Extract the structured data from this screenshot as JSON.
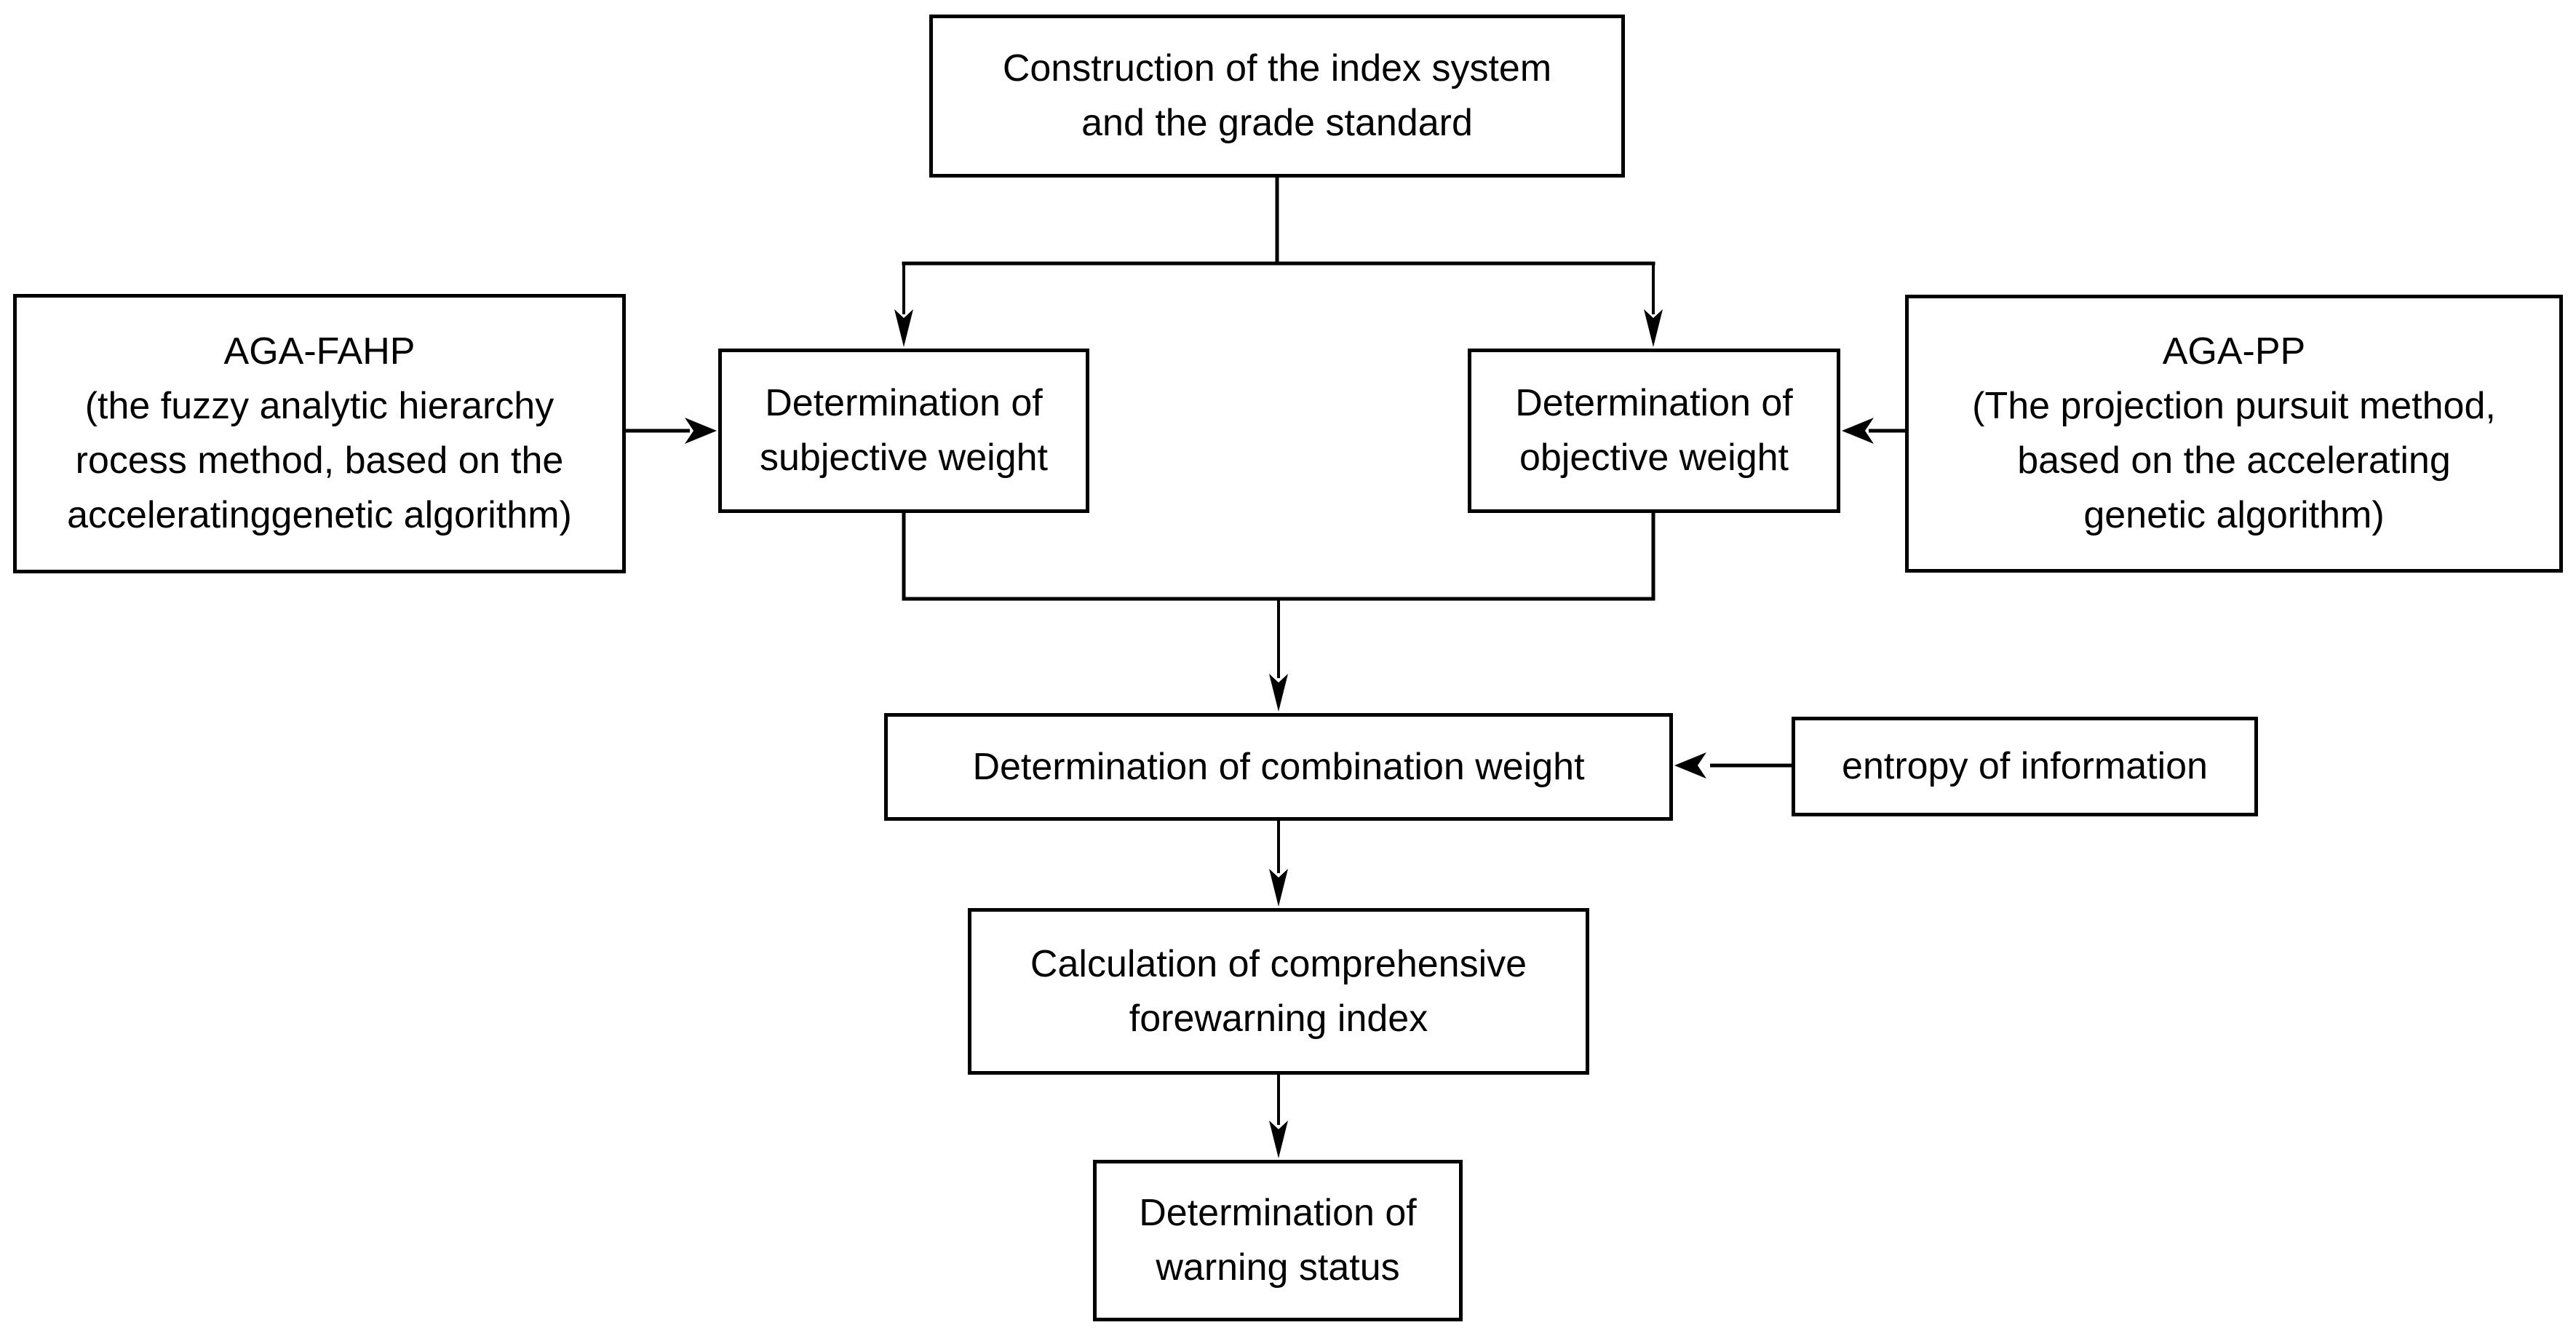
{
  "colors": {
    "background": "#ffffff",
    "line": "#000000",
    "text": "#000000"
  },
  "nodes": {
    "construction": {
      "label": "Construction of the index system\nand the grade standard"
    },
    "aga_fahp": {
      "label": "AGA-FAHP\n(the fuzzy analytic hierarchy\nrocess method, based on the\nacceleratinggenetic algorithm)"
    },
    "subjective": {
      "label": "Determination of\nsubjective weight"
    },
    "objective": {
      "label": "Determination of\nobjective weight"
    },
    "aga_pp": {
      "label": "AGA-PP\n(The projection pursuit method,\nbased on the accelerating\ngenetic algorithm)"
    },
    "combination": {
      "label": "Determination of combination weight"
    },
    "entropy": {
      "label": "entropy of information"
    },
    "calculation": {
      "label": "Calculation of comprehensive\nforewarning index"
    },
    "warning": {
      "label": "Determination of\nwarning status"
    }
  }
}
